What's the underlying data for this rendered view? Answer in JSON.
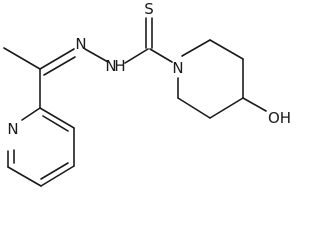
{
  "molecule": {
    "atoms": {
      "sulfur": "S",
      "hydrazone_n_upper": "N",
      "hydrazone_n_lower": "N",
      "hydrazone_h": "H",
      "piperidine_n": "N",
      "hydroxyl": "OH",
      "pyridine_n": "N"
    }
  }
}
